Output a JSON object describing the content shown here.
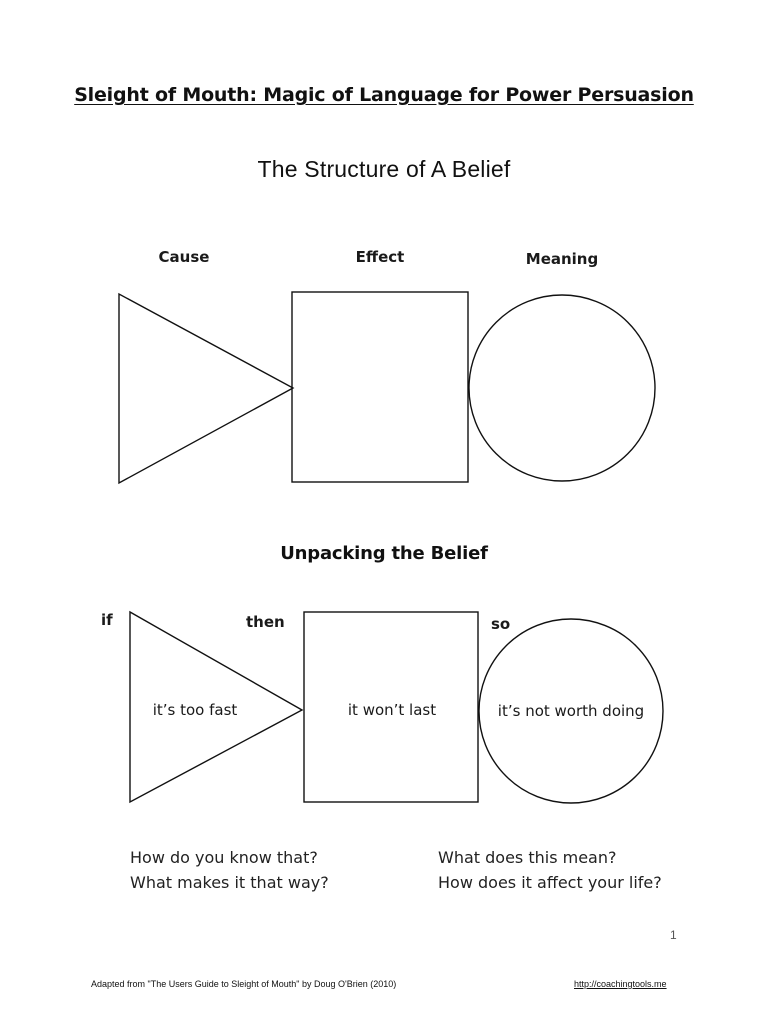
{
  "document": {
    "title": "Sleight of Mouth: Magic of Language for Power Persuasion",
    "page_number": "1"
  },
  "structure_section": {
    "heading": "The Structure of A Belief",
    "labels": {
      "cause": "Cause",
      "effect": "Effect",
      "meaning": "Meaning"
    }
  },
  "unpacking_section": {
    "heading": "Unpacking the Belief",
    "connectors": {
      "if": "if",
      "then": "then",
      "so": "so"
    },
    "inner": {
      "cause": "it’s too fast",
      "effect": "it won’t last",
      "meaning": "it’s not worth doing"
    }
  },
  "questions": {
    "left": [
      "How do you know that?",
      "What makes it that way?"
    ],
    "right": [
      "What does this mean?",
      "How does it affect your life?"
    ]
  },
  "footer": {
    "attribution": "Adapted from \"The Users Guide to Sleight of Mouth\" by Doug O'Brien (2010)",
    "link": "http://coachingtools.me"
  }
}
